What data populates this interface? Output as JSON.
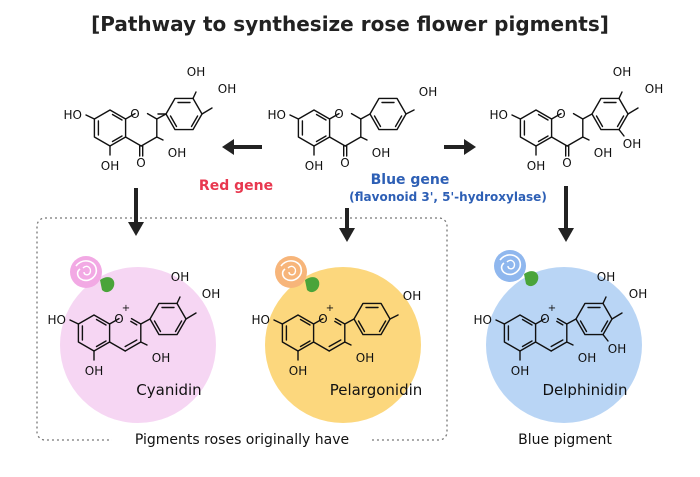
{
  "title": "[Pathway to synthesize rose flower pigments]",
  "genes": {
    "red": "Red gene",
    "blue": "Blue gene",
    "blue_enzyme": "(flavonoid 3', 5'-hydroxylase)"
  },
  "pigments": {
    "cyanidin": "Cyanidin",
    "pelargonidin": "Pelargonidin",
    "delphinidin": "Delphinidin"
  },
  "captions": {
    "original": "Pigments roses originally have",
    "blue": "Blue pigment"
  },
  "atoms": {
    "OH": "OH",
    "HO": "HO",
    "O": "O",
    "plus": "+"
  },
  "colors": {
    "cyanidin_circle": "#f6d6f3",
    "pelargonidin_circle": "#fcd77d",
    "delphinidin_circle": "#b9d5f5",
    "red_gene": "#e8384f",
    "blue_gene": "#2d5fb5",
    "pink_rose": "#f2a9e4",
    "orange_rose": "#f7b57a",
    "blue_rose": "#8fb7ee",
    "leaf": "#4aa43a"
  }
}
